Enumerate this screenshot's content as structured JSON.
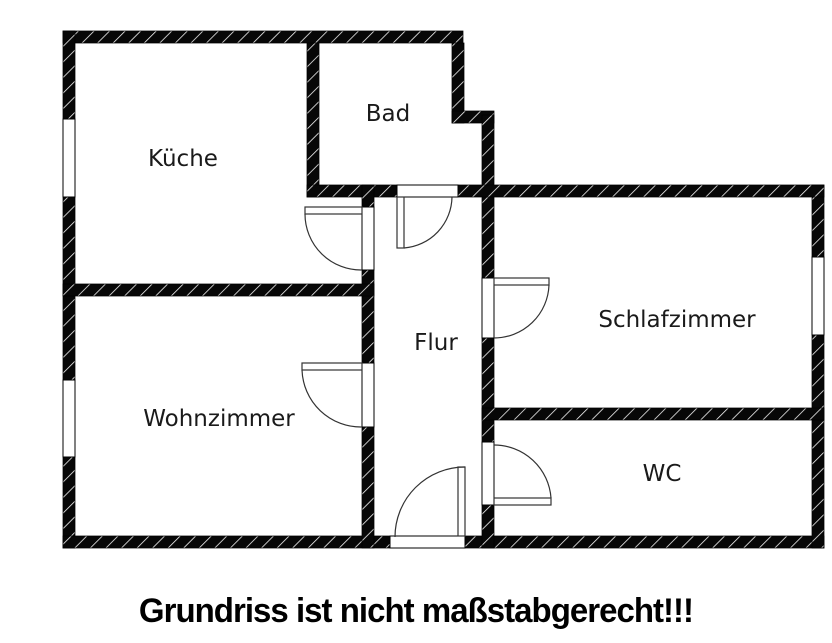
{
  "diagram": {
    "type": "floor-plan",
    "rooms": {
      "kueche": {
        "label": "Küche"
      },
      "bad": {
        "label": "Bad"
      },
      "flur": {
        "label": "Flur"
      },
      "schlafzimmer": {
        "label": "Schlafzimmer"
      },
      "wohnzimmer": {
        "label": "Wohnzimmer"
      },
      "wc": {
        "label": "WC"
      }
    },
    "caption": "Grundriss ist nicht maßstabgerecht!!!",
    "colors": {
      "wall": "#000000",
      "background": "#ffffff",
      "door_line": "#333333"
    }
  }
}
